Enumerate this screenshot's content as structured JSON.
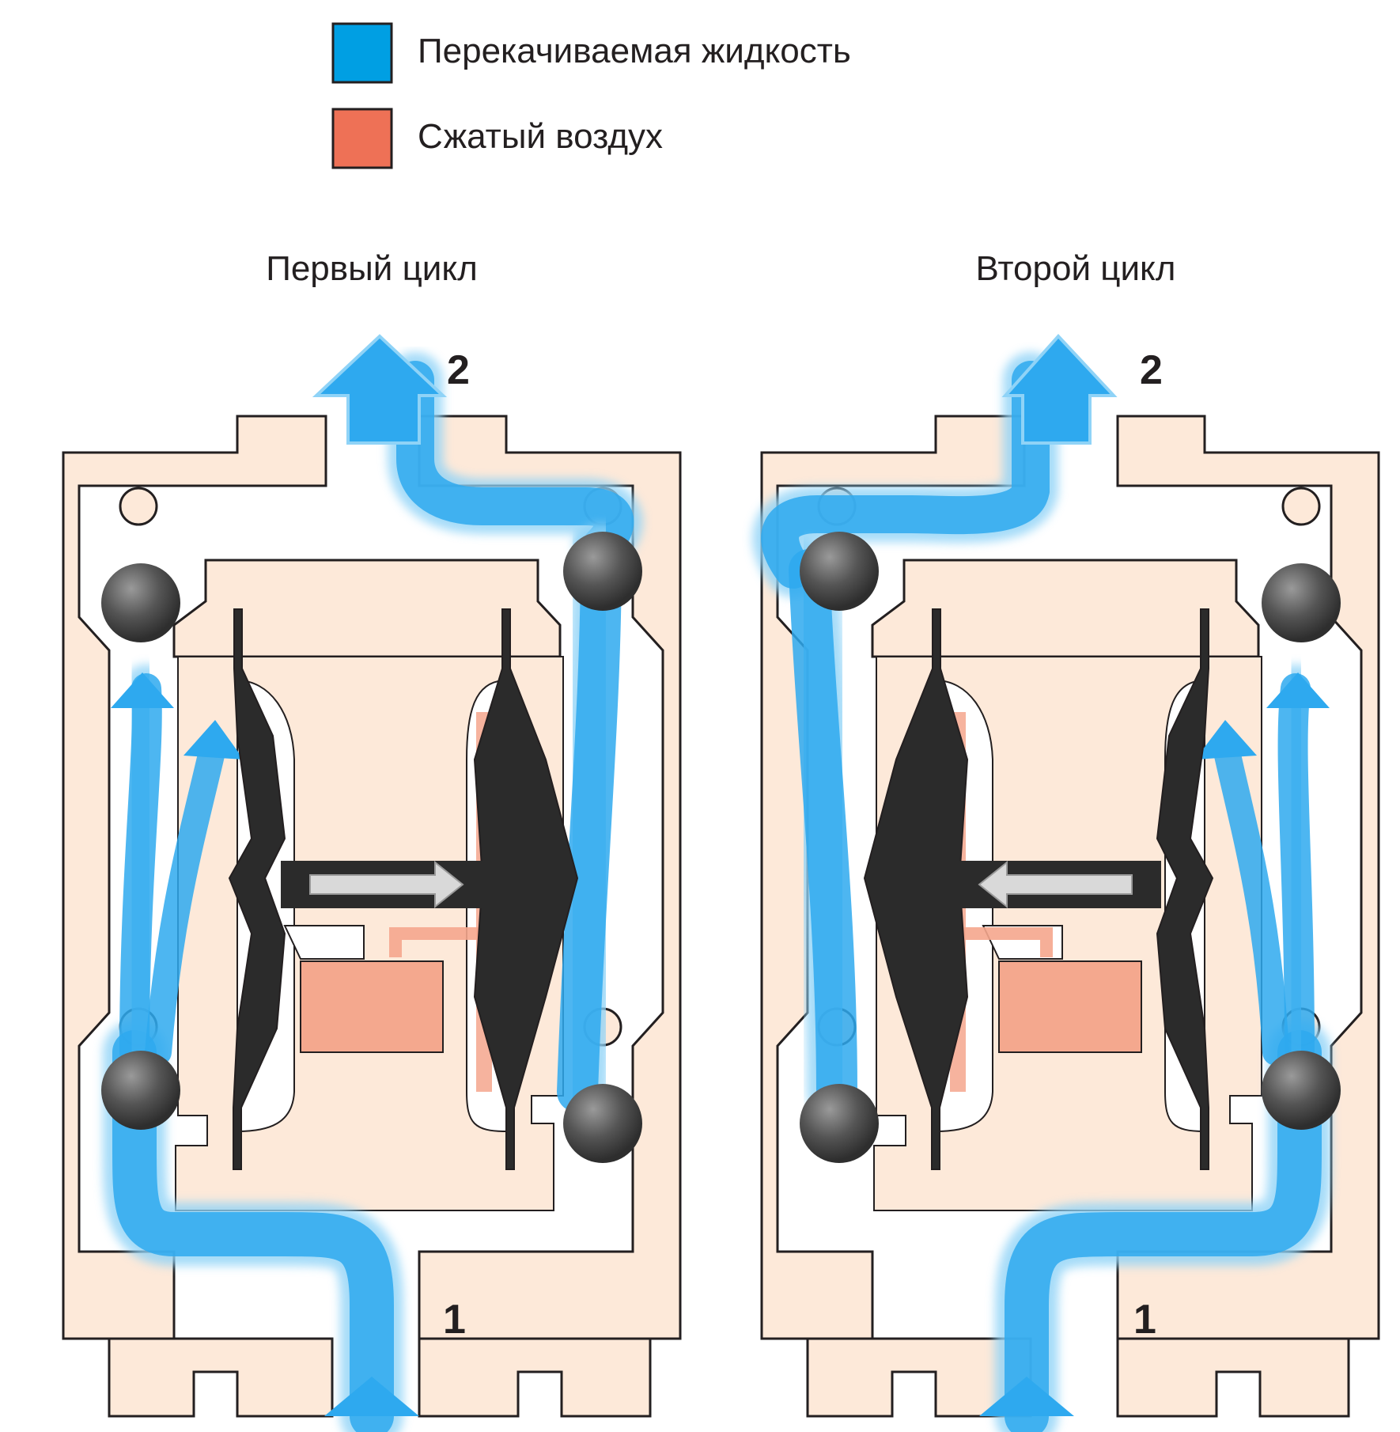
{
  "legend": {
    "items": [
      {
        "label": "Перекачиваемая жидкость",
        "color": "#009fe3"
      },
      {
        "label": "Сжатый воздух",
        "color": "#ee7156"
      }
    ]
  },
  "panels": [
    {
      "title": "Первый цикл",
      "outlet_label": "2",
      "inlet_label": "1",
      "piston_direction": "right"
    },
    {
      "title": "Второй цикл",
      "outlet_label": "2",
      "inlet_label": "1",
      "piston_direction": "left"
    }
  ],
  "colors": {
    "body": "#fde9d9",
    "outline": "#231f20",
    "fluid": "#2ea9ef",
    "fluid_glow": "#8fd3f7",
    "air": "#f5a68d",
    "air_block": "#f4a88e",
    "diaphragm": "#2b2b2b",
    "ball": "#4a4a4a",
    "arrow_grey": "#d9d9d9"
  }
}
